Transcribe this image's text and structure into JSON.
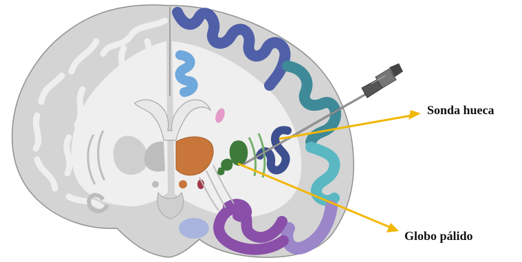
{
  "labels": {
    "probe": "Sonda hueca",
    "globus_pallidus": "Globo pálido"
  },
  "colors": {
    "background": "#ffffff",
    "gray_matter": "#d4d4d4",
    "white_matter": "#efefef",
    "outline": "#8f8f8f",
    "cortex_frontal": "#4f5fa8",
    "cortex_frontal_medial": "#6fa8dc",
    "cortex_parietal": "#3f8a99",
    "cortex_temporal_upper": "#5ab8c2",
    "cortex_temporal_lower": "#9b86c9",
    "cortex_occipital": "#8a4fa8",
    "insula": "#3d4f8f",
    "globus_pallidus": "#3e7a3a",
    "putamen_lines": "#74b06b",
    "thalamus": "#c8763a",
    "hypothalamus_nucleus": "#c8763a",
    "red_nucleus": "#a3364a",
    "caudate": "#e39ac8",
    "hippocampus": "#a9b4df",
    "arrow": "#f2b705",
    "probe": "#6b6b6b"
  },
  "icons": [
    "brain-coronal-section",
    "hollow-probe-needle",
    "callout-arrow"
  ]
}
